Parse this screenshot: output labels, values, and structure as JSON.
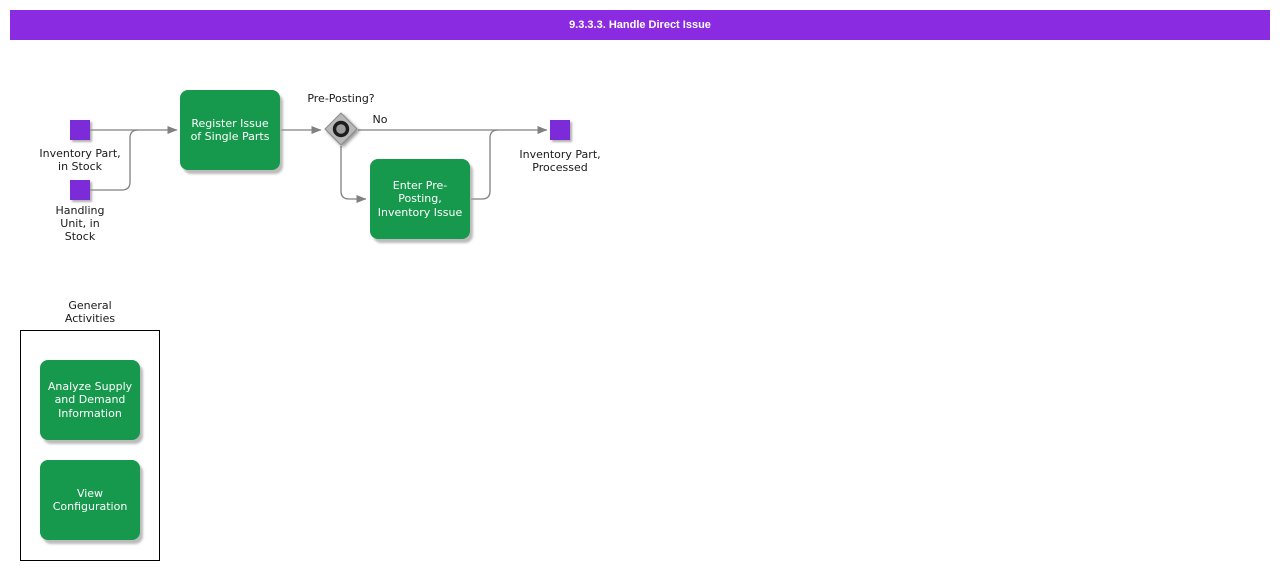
{
  "title": "9.3.3.3. Handle Direct Issue",
  "colors": {
    "title_bar_purple": "#8a2be2",
    "event_purple": "#7c2bd9",
    "activity_green": "#17994d",
    "connector_gray": "#808080",
    "gateway_fill": "#b8b8b8",
    "label_text": "#1a1a1a"
  },
  "diagram": {
    "gateway": {
      "question": "Pre-Posting?",
      "no_branch": "No"
    },
    "events": [
      {
        "label": "Inventory Part,\nin Stock"
      },
      {
        "label": "Handling\nUnit, in\nStock"
      },
      {
        "label": "Inventory Part,\nProcessed"
      }
    ],
    "activities": [
      {
        "label": "Register Issue\nof Single Parts"
      },
      {
        "label": "Enter Pre-\nPosting,\nInventory Issue"
      }
    ],
    "general": {
      "title": "General\nActivities",
      "items": [
        {
          "label": "Analyze Supply\nand Demand\nInformation"
        },
        {
          "label": "View\nConfiguration"
        }
      ]
    }
  }
}
